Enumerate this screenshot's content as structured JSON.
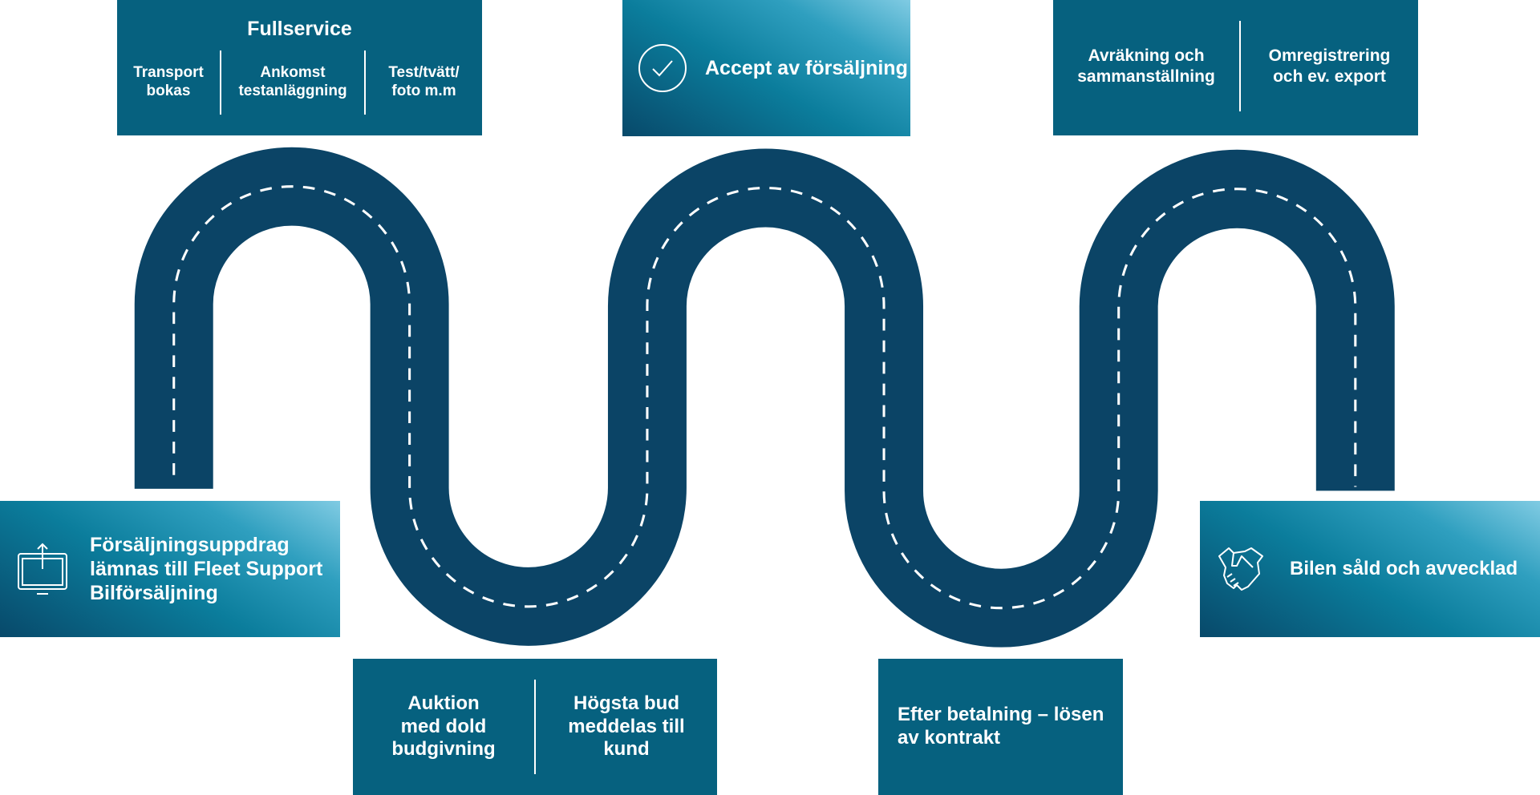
{
  "colors": {
    "road": "#0b4466",
    "box": "#06617f",
    "gradient_light": "#80cbe3",
    "gradient_dark": "#08496a"
  },
  "steps": {
    "start": {
      "icon": "upload-monitor-icon",
      "lines": [
        "Försäljningsuppdrag",
        "lämnas till Fleet Support",
        "Bilförsäljning"
      ]
    },
    "fullservice": {
      "title": "Fullservice",
      "items": [
        [
          "Transport",
          "bokas"
        ],
        [
          "Ankomst",
          "testanläggning"
        ],
        [
          "Test/tvätt/",
          "foto m.m"
        ]
      ]
    },
    "auction": {
      "items": [
        [
          "Auktion",
          "med dold",
          "budgivning"
        ],
        [
          "Högsta bud",
          "meddelas till",
          "kund"
        ]
      ]
    },
    "accept": {
      "icon": "check-circle-icon",
      "label": "Accept av försäljning"
    },
    "payment": {
      "lines": [
        "Efter betalning – lösen",
        "av kontrakt"
      ]
    },
    "settlement": {
      "items": [
        [
          "Avräkning och",
          "sammanställning"
        ],
        [
          "Omregistrering",
          "och ev. export"
        ]
      ]
    },
    "done": {
      "icon": "handshake-icon",
      "label": "Bilen såld och avvecklad"
    }
  }
}
